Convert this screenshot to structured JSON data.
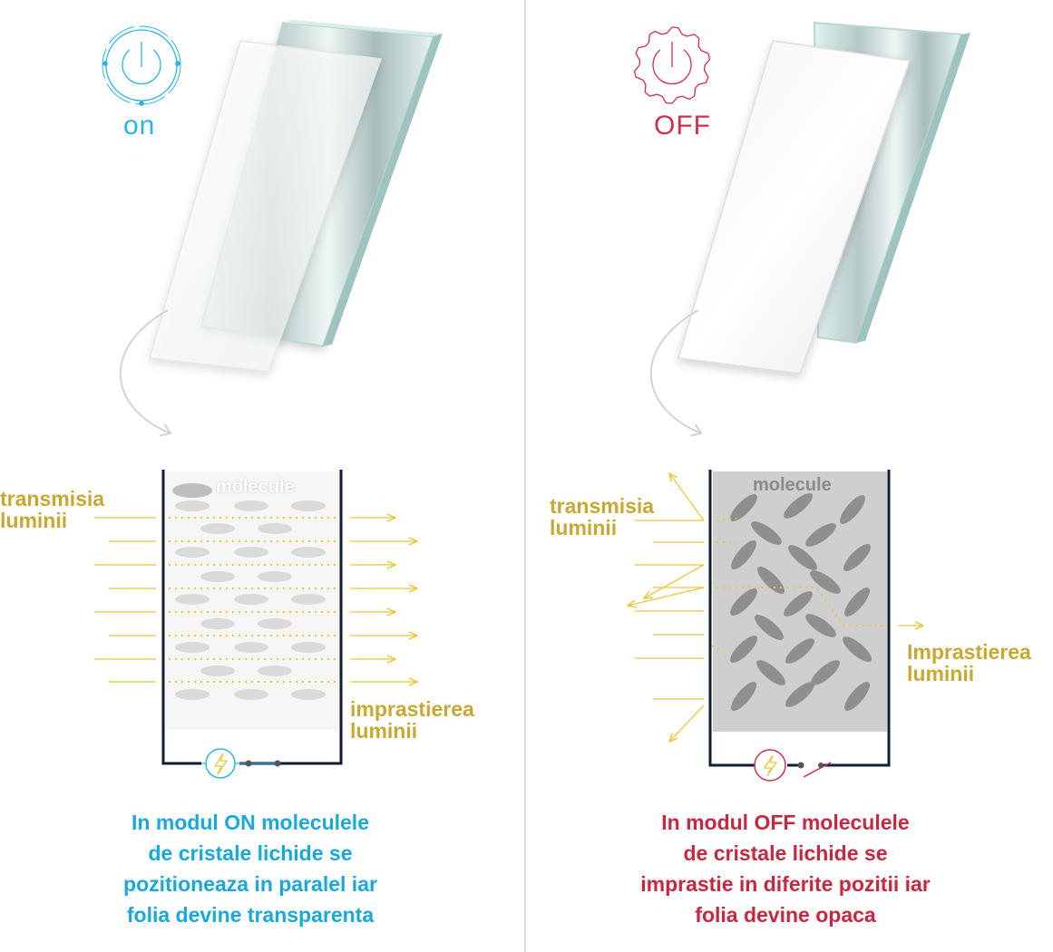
{
  "colors": {
    "on": "#29b6e0",
    "off": "#d03048",
    "light": "#e8c840",
    "label_gold": "#c8a832",
    "frame": "#0f1e33",
    "molecule": "#8f8f8f",
    "divider": "#dcdcdc"
  },
  "on_panel": {
    "mode_label": "on",
    "icon": "power-icon",
    "molecule_label": "molecule",
    "transmission_label": [
      "transmisia",
      "luminii"
    ],
    "scattering_label": [
      "imprastierea",
      "luminii"
    ],
    "switch_icon": "lightning-icon",
    "caption": [
      "In modul ON moleculele",
      "de cristale lichide se",
      "pozitioneaza in paralel iar",
      "folia devine transparenta"
    ]
  },
  "off_panel": {
    "mode_label": "OFF",
    "icon": "power-icon",
    "molecule_label": "molecule",
    "transmission_label": [
      "transmisia",
      "luminii"
    ],
    "scattering_label": [
      "Imprastierea",
      "luminii"
    ],
    "switch_icon": "lightning-icon",
    "caption": [
      "In modul OFF moleculele",
      "de cristale lichide se",
      "imprastie in diferite pozitii iar",
      "folia devine opaca"
    ]
  }
}
